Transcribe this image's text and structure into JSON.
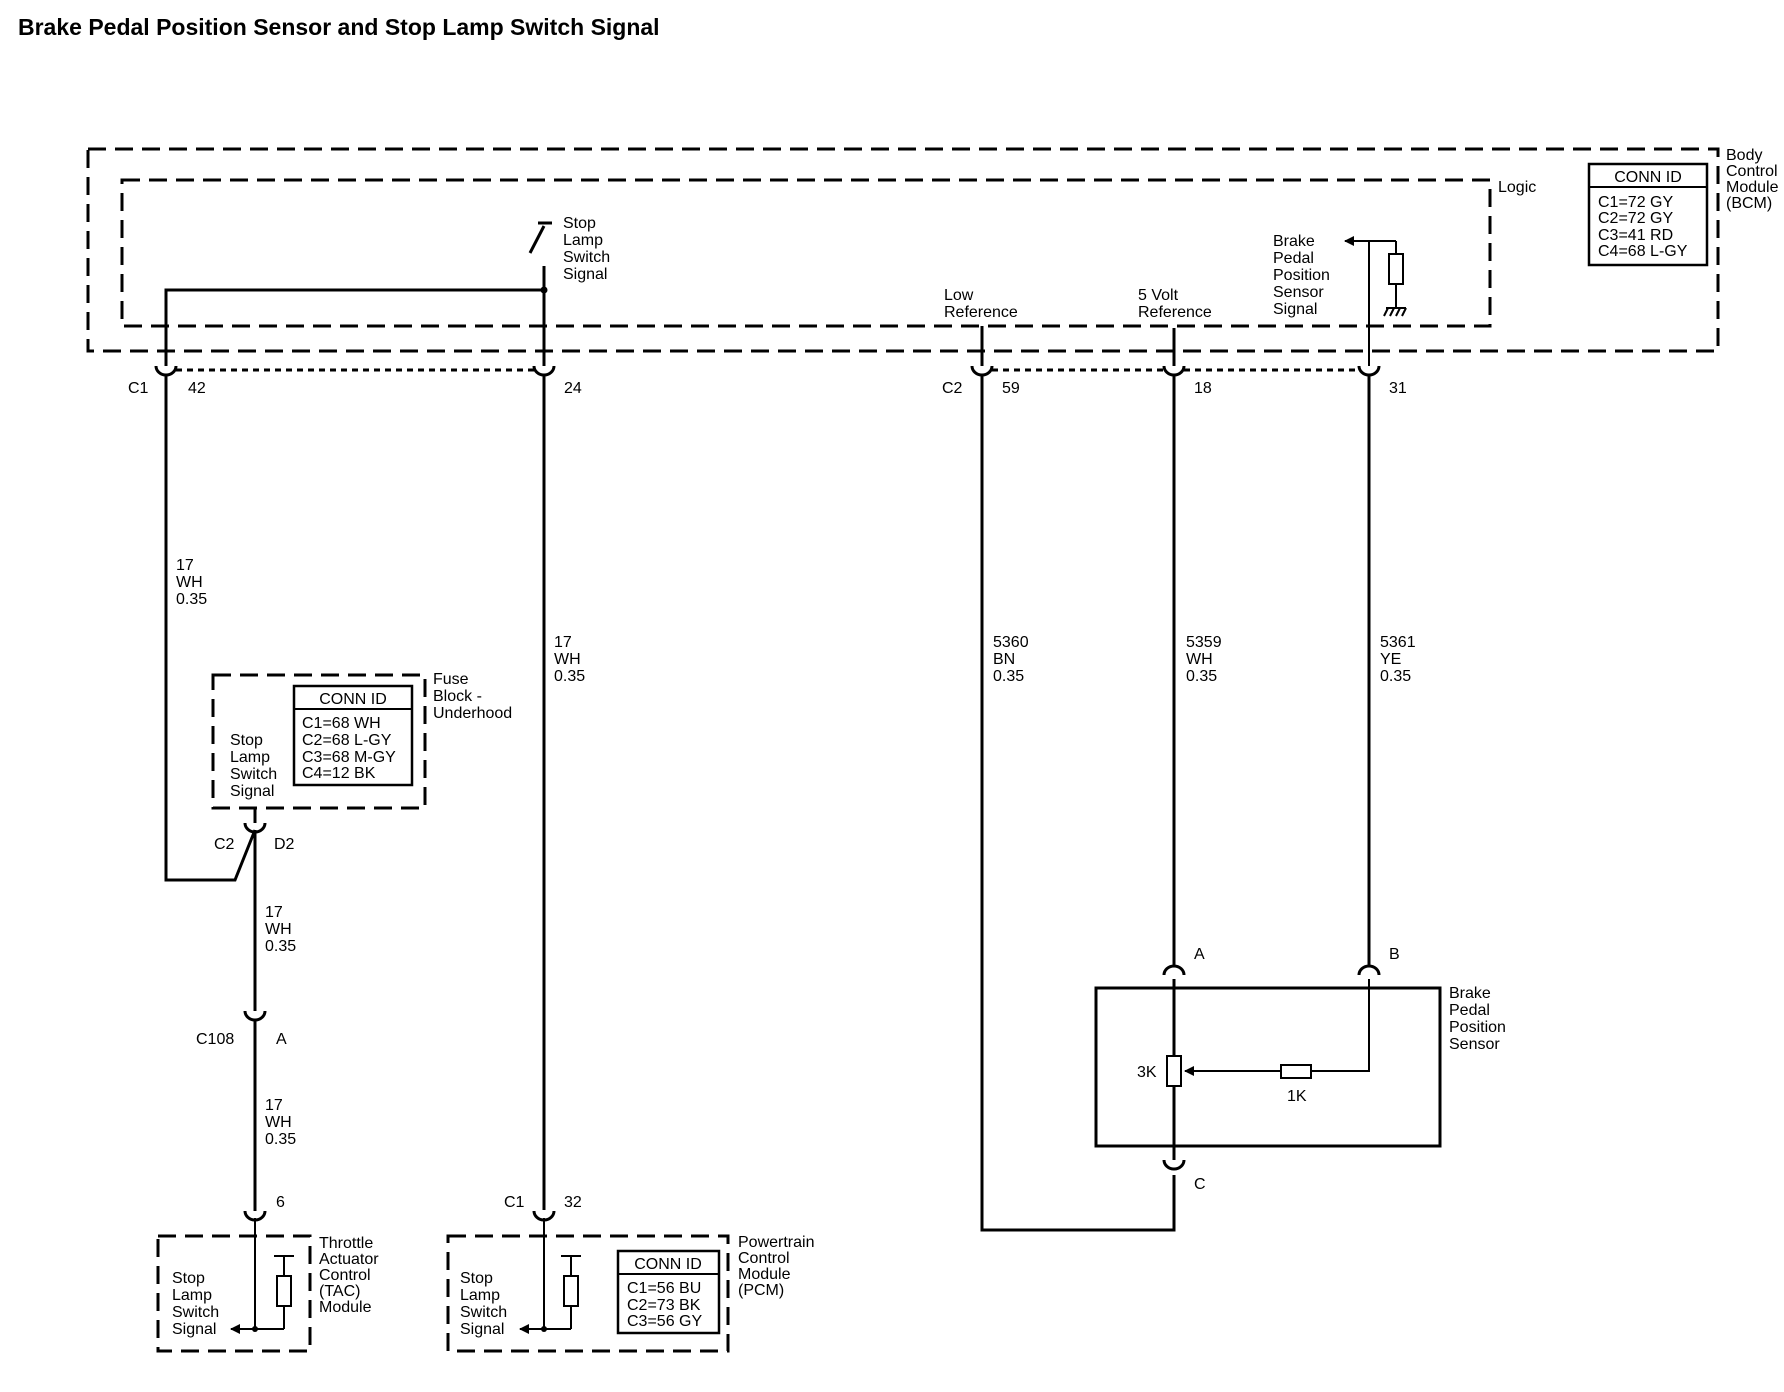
{
  "title": "Brake Pedal Position Sensor and Stop Lamp Switch Signal",
  "bcm": {
    "name_lines": [
      "Body",
      "Control",
      "Module",
      "(BCM)"
    ],
    "logic_label": "Logic",
    "conn_id": {
      "header": "CONN ID",
      "rows": [
        "C1=72 GY",
        "C2=72 GY",
        "C3=41 RD",
        "C4=68 L-GY"
      ]
    },
    "stop_lamp_label": [
      "Stop",
      "Lamp",
      "Switch",
      "Signal"
    ],
    "low_ref_label": [
      "Low",
      "Reference"
    ],
    "five_volt_label": [
      "5 Volt",
      "Reference"
    ],
    "bpp_signal_label": [
      "Brake",
      "Pedal",
      "Position",
      "Sensor",
      "Signal"
    ],
    "pins": {
      "c1": "C1",
      "p42": "42",
      "p24": "24",
      "c2": "C2",
      "p59": "59",
      "p18": "18",
      "p31": "31"
    }
  },
  "wires": {
    "w1": [
      "17",
      "WH",
      "0.35"
    ],
    "w2": [
      "17",
      "WH",
      "0.35"
    ],
    "w3": [
      "5360",
      "BN",
      "0.35"
    ],
    "w4": [
      "5359",
      "WH",
      "0.35"
    ],
    "w5": [
      "5361",
      "YE",
      "0.35"
    ],
    "w6": [
      "17",
      "WH",
      "0.35"
    ],
    "w7": [
      "17",
      "WH",
      "0.35"
    ]
  },
  "fuse_block": {
    "name_lines": [
      "Fuse",
      "Block -",
      "Underhood"
    ],
    "signal_label": [
      "Stop",
      "Lamp",
      "Switch",
      "Signal"
    ],
    "conn_id": {
      "header": "CONN ID",
      "rows": [
        "C1=68 WH",
        "C2=68 L-GY",
        "C3=68 M-GY",
        "C4=12 BK"
      ]
    },
    "pins": {
      "c2": "C2",
      "d2": "D2"
    }
  },
  "c108": {
    "name": "C108",
    "pin": "A"
  },
  "tac": {
    "name_lines": [
      "Throttle",
      "Actuator",
      "Control",
      "(TAC)",
      "Module"
    ],
    "signal_label": [
      "Stop",
      "Lamp",
      "Switch",
      "Signal"
    ],
    "pin": "6"
  },
  "pcm": {
    "name_lines": [
      "Powertrain",
      "Control",
      "Module",
      "(PCM)"
    ],
    "signal_label": [
      "Stop",
      "Lamp",
      "Switch",
      "Signal"
    ],
    "conn_id": {
      "header": "CONN ID",
      "rows": [
        "C1=56 BU",
        "C2=73 BK",
        "C3=56 GY"
      ]
    },
    "pins": {
      "c1": "C1",
      "p32": "32"
    }
  },
  "sensor": {
    "name_lines": [
      "Brake",
      "Pedal",
      "Position",
      "Sensor"
    ],
    "pins": {
      "a": "A",
      "b": "B",
      "c": "C"
    },
    "r3k": "3K",
    "r1k": "1K"
  }
}
